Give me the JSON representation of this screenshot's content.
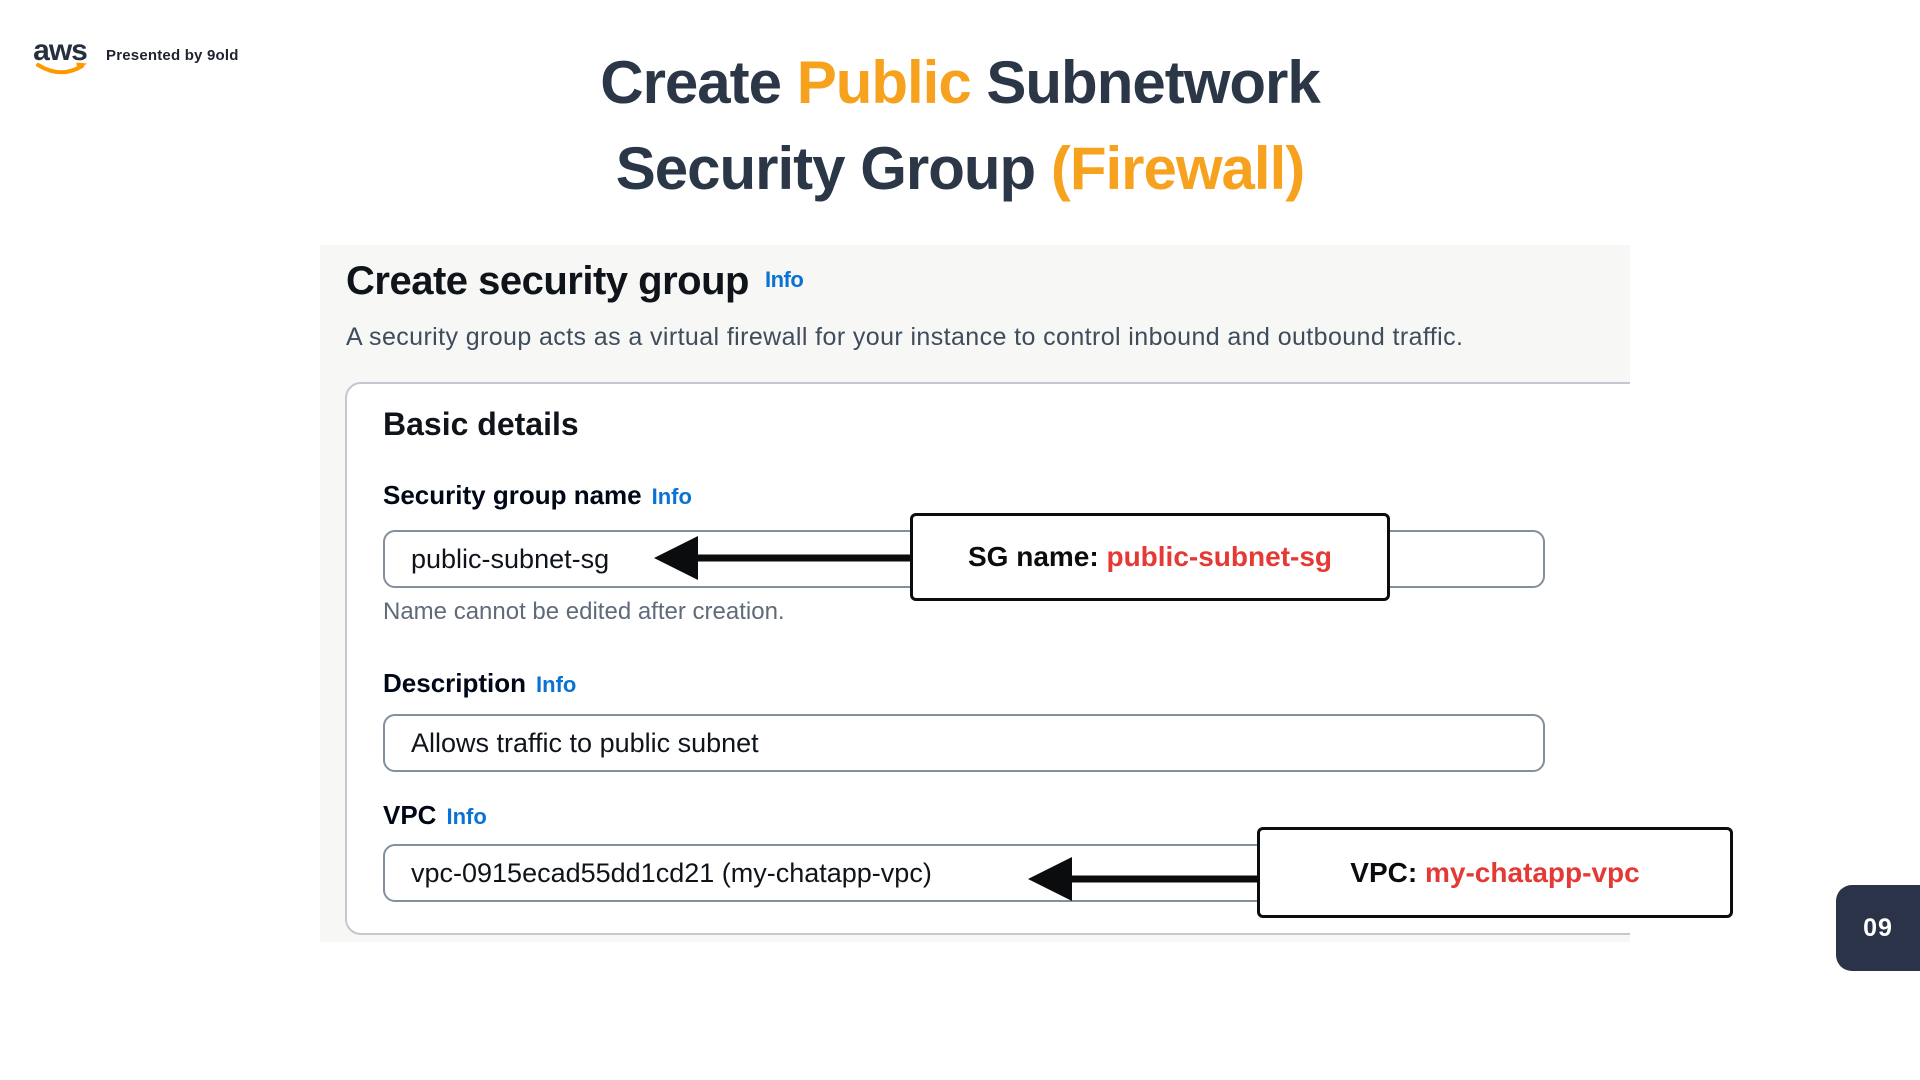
{
  "header": {
    "brand": "aws",
    "presented_by": "Presented by 9old"
  },
  "title": {
    "l1_dark1": "Create ",
    "l1_orange": "Public",
    "l1_dark2": " Subnetwork",
    "l2_dark": "Security Group ",
    "l2_orange": "(Firewall)"
  },
  "console": {
    "heading": "Create security group",
    "heading_info": "Info",
    "subtitle": "A security group acts as a virtual firewall for your instance to control inbound and outbound traffic."
  },
  "form": {
    "section_title": "Basic details",
    "fields": [
      {
        "label": "Security group name",
        "info": "Info",
        "value": "public-subnet-sg",
        "helper": "Name cannot be edited after creation."
      },
      {
        "label": "Description",
        "info": "Info",
        "value": "Allows traffic to public subnet"
      },
      {
        "label": "VPC",
        "info": "Info",
        "value": "vpc-0915ecad55dd1cd21 (my-chatapp-vpc)"
      }
    ]
  },
  "annotations": [
    {
      "prefix": "SG name: ",
      "value": "public-subnet-sg"
    },
    {
      "prefix": "VPC: ",
      "value": "my-chatapp-vpc"
    }
  ],
  "page": {
    "number": "09"
  },
  "colors": {
    "title_dark": "#2B3647",
    "accent_orange": "#F6A21E",
    "aws_smile_orange": "#FF9900",
    "info_link_blue": "#0972D3",
    "annotation_red": "#E53935",
    "badge_navy": "#2A3347",
    "console_background": "#F7F7F5"
  }
}
